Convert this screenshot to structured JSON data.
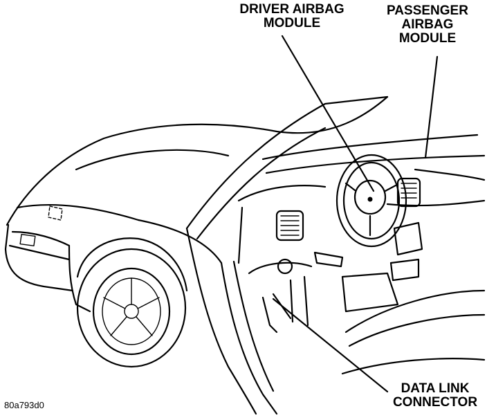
{
  "labels": {
    "driver_airbag": [
      "DRIVER AIRBAG",
      "MODULE"
    ],
    "passenger_airbag": [
      "PASSENGER",
      "AIRBAG",
      "MODULE"
    ],
    "data_link": [
      "DATA LINK",
      "CONNECTOR"
    ]
  },
  "figure_code": "80a793d0"
}
